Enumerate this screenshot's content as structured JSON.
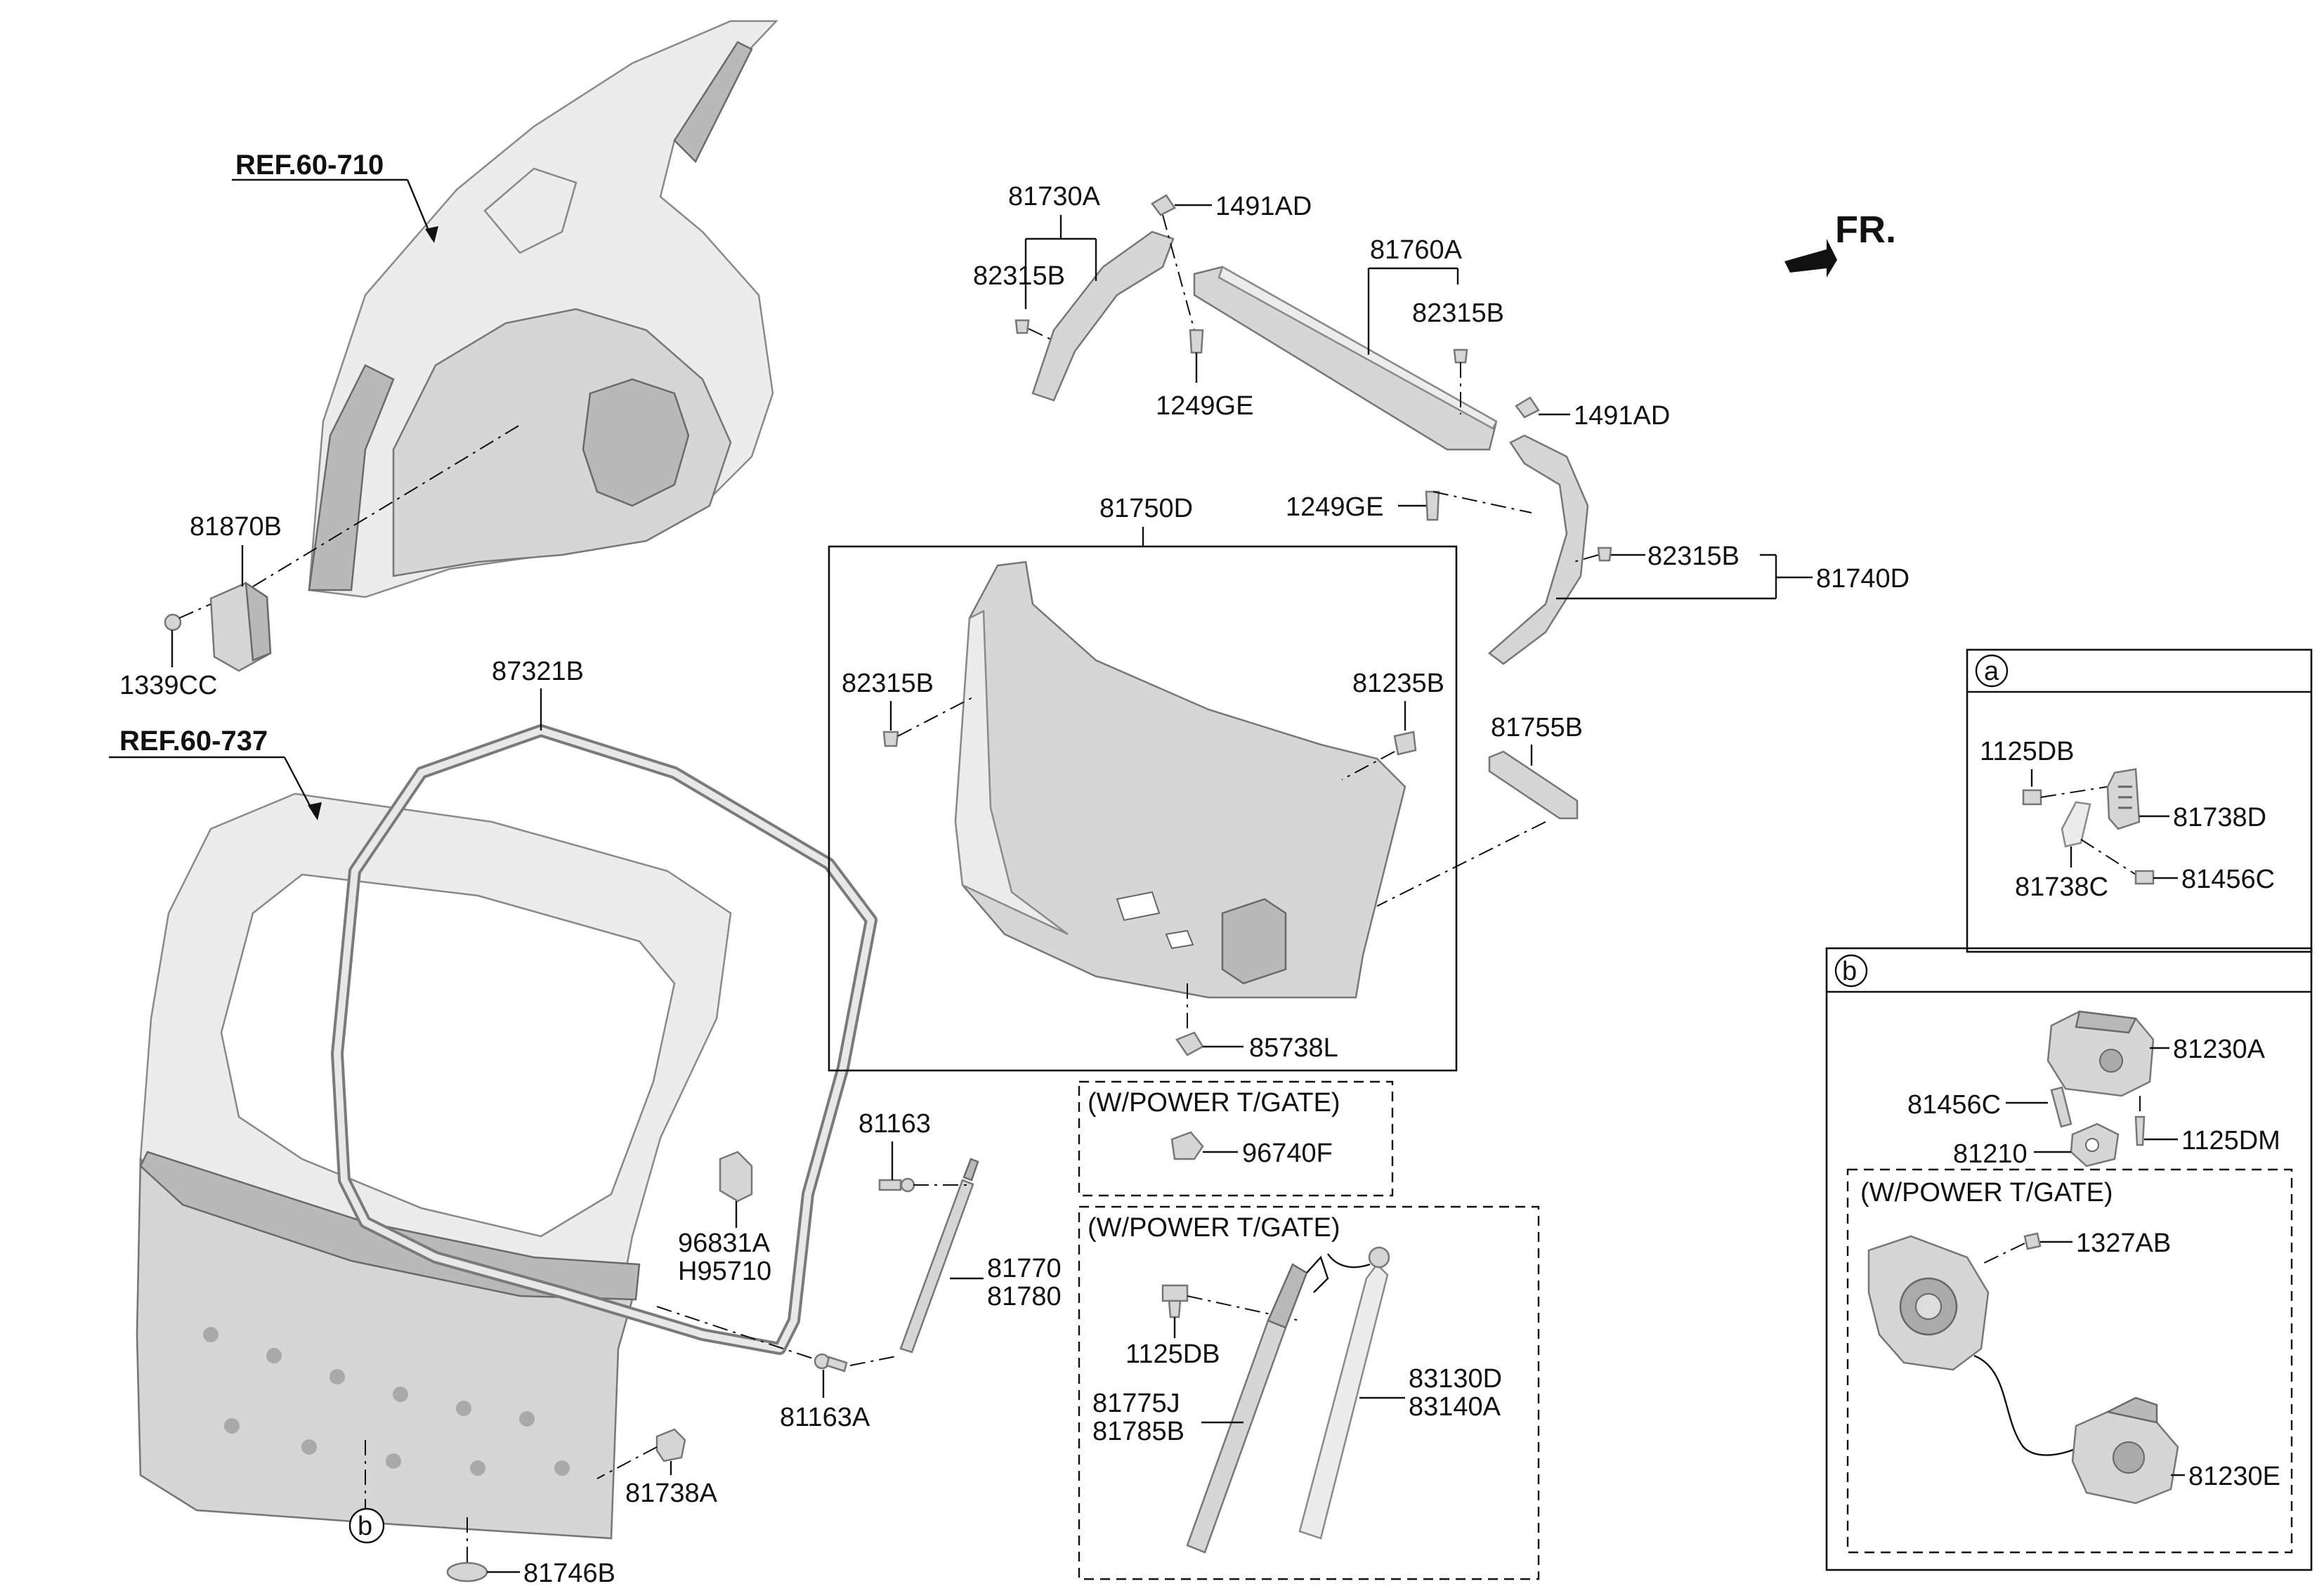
{
  "diagram": {
    "fr_label": "FR.",
    "refs": {
      "ref1": "REF.60-710",
      "ref2": "REF.60-737"
    },
    "section_notes": {
      "power_1": "(W/POWER T/GATE)",
      "power_2": "(W/POWER T/GATE)",
      "power_3": "(W/POWER T/GATE)"
    },
    "callouts": {
      "a": "a",
      "b_box": "b",
      "b_gate": "b"
    },
    "labels": {
      "p81730A": "81730A",
      "p1491AD_1": "1491AD",
      "p82315B_1": "82315B",
      "p1249GE_1": "1249GE",
      "p81760A": "81760A",
      "p82315B_2": "82315B",
      "p1491AD_2": "1491AD",
      "p1249GE_2": "1249GE",
      "p82315B_3": "82315B",
      "p81740D": "81740D",
      "p81870B": "81870B",
      "p1339CC": "1339CC",
      "p87321B": "87321B",
      "p81750D": "81750D",
      "p82315B_4": "82315B",
      "p81235B": "81235B",
      "p81755B": "81755B",
      "p85738L": "85738L",
      "p96740F": "96740F",
      "p81163": "81163",
      "p96831A": "96831A",
      "pH95710": "H95710",
      "p81770": "81770",
      "p81780": "81780",
      "p81163A": "81163A",
      "p81738A": "81738A",
      "p81746B": "81746B",
      "p1125DB_1": "1125DB",
      "p81775J": "81775J",
      "p81785B": "81785B",
      "p83130D": "83130D",
      "p83140A": "83140A",
      "p1125DB_2": "1125DB",
      "p81738D": "81738D",
      "p81738C": "81738C",
      "p81456C_1": "81456C",
      "p81230A": "81230A",
      "p81456C_2": "81456C",
      "p81210": "81210",
      "p1125DM": "1125DM",
      "p1327AB": "1327AB",
      "p81230E": "81230E"
    }
  }
}
